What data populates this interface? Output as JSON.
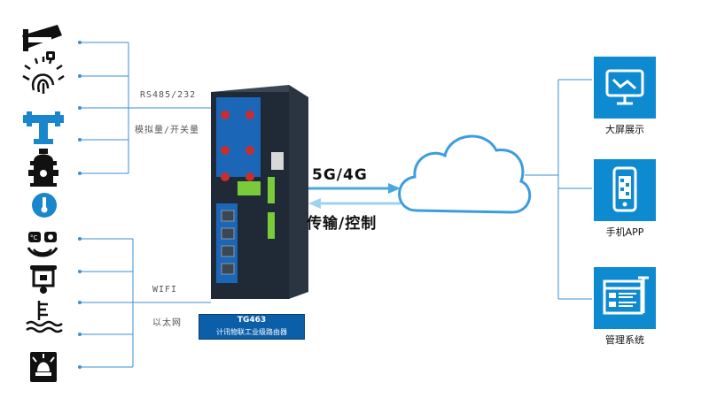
{
  "labels": {
    "rs485": "RS485/232",
    "analog": "模拟量/开关量",
    "wifi": "WIFI",
    "ethernet": "以太网",
    "network": "5G/4G",
    "transfer": "传输/控制"
  },
  "device": {
    "model": "TG463",
    "name": "计讯物联工业级路由器"
  },
  "outputs": [
    {
      "label": "大屏展示",
      "icon": "monitor-chart-icon"
    },
    {
      "label": "手机APP",
      "icon": "smartphone-app-icon"
    },
    {
      "label": "管理系统",
      "icon": "management-system-icon"
    }
  ],
  "sensors": [
    {
      "icon": "security-camera-icon"
    },
    {
      "icon": "fingerprint-icon"
    },
    {
      "icon": "pipe-valve-icon"
    },
    {
      "icon": "fire-hydrant-icon"
    },
    {
      "icon": "thermometer-icon"
    },
    {
      "icon": "temperature-humidity-icon"
    },
    {
      "icon": "smoke-detector-icon"
    },
    {
      "icon": "water-level-icon"
    },
    {
      "icon": "alarm-light-icon"
    }
  ],
  "colors": {
    "accent": "#0e8ad0",
    "line": "#3b8fd0",
    "device": "#1f2a36",
    "deviceBlue": "#1c66b8"
  }
}
